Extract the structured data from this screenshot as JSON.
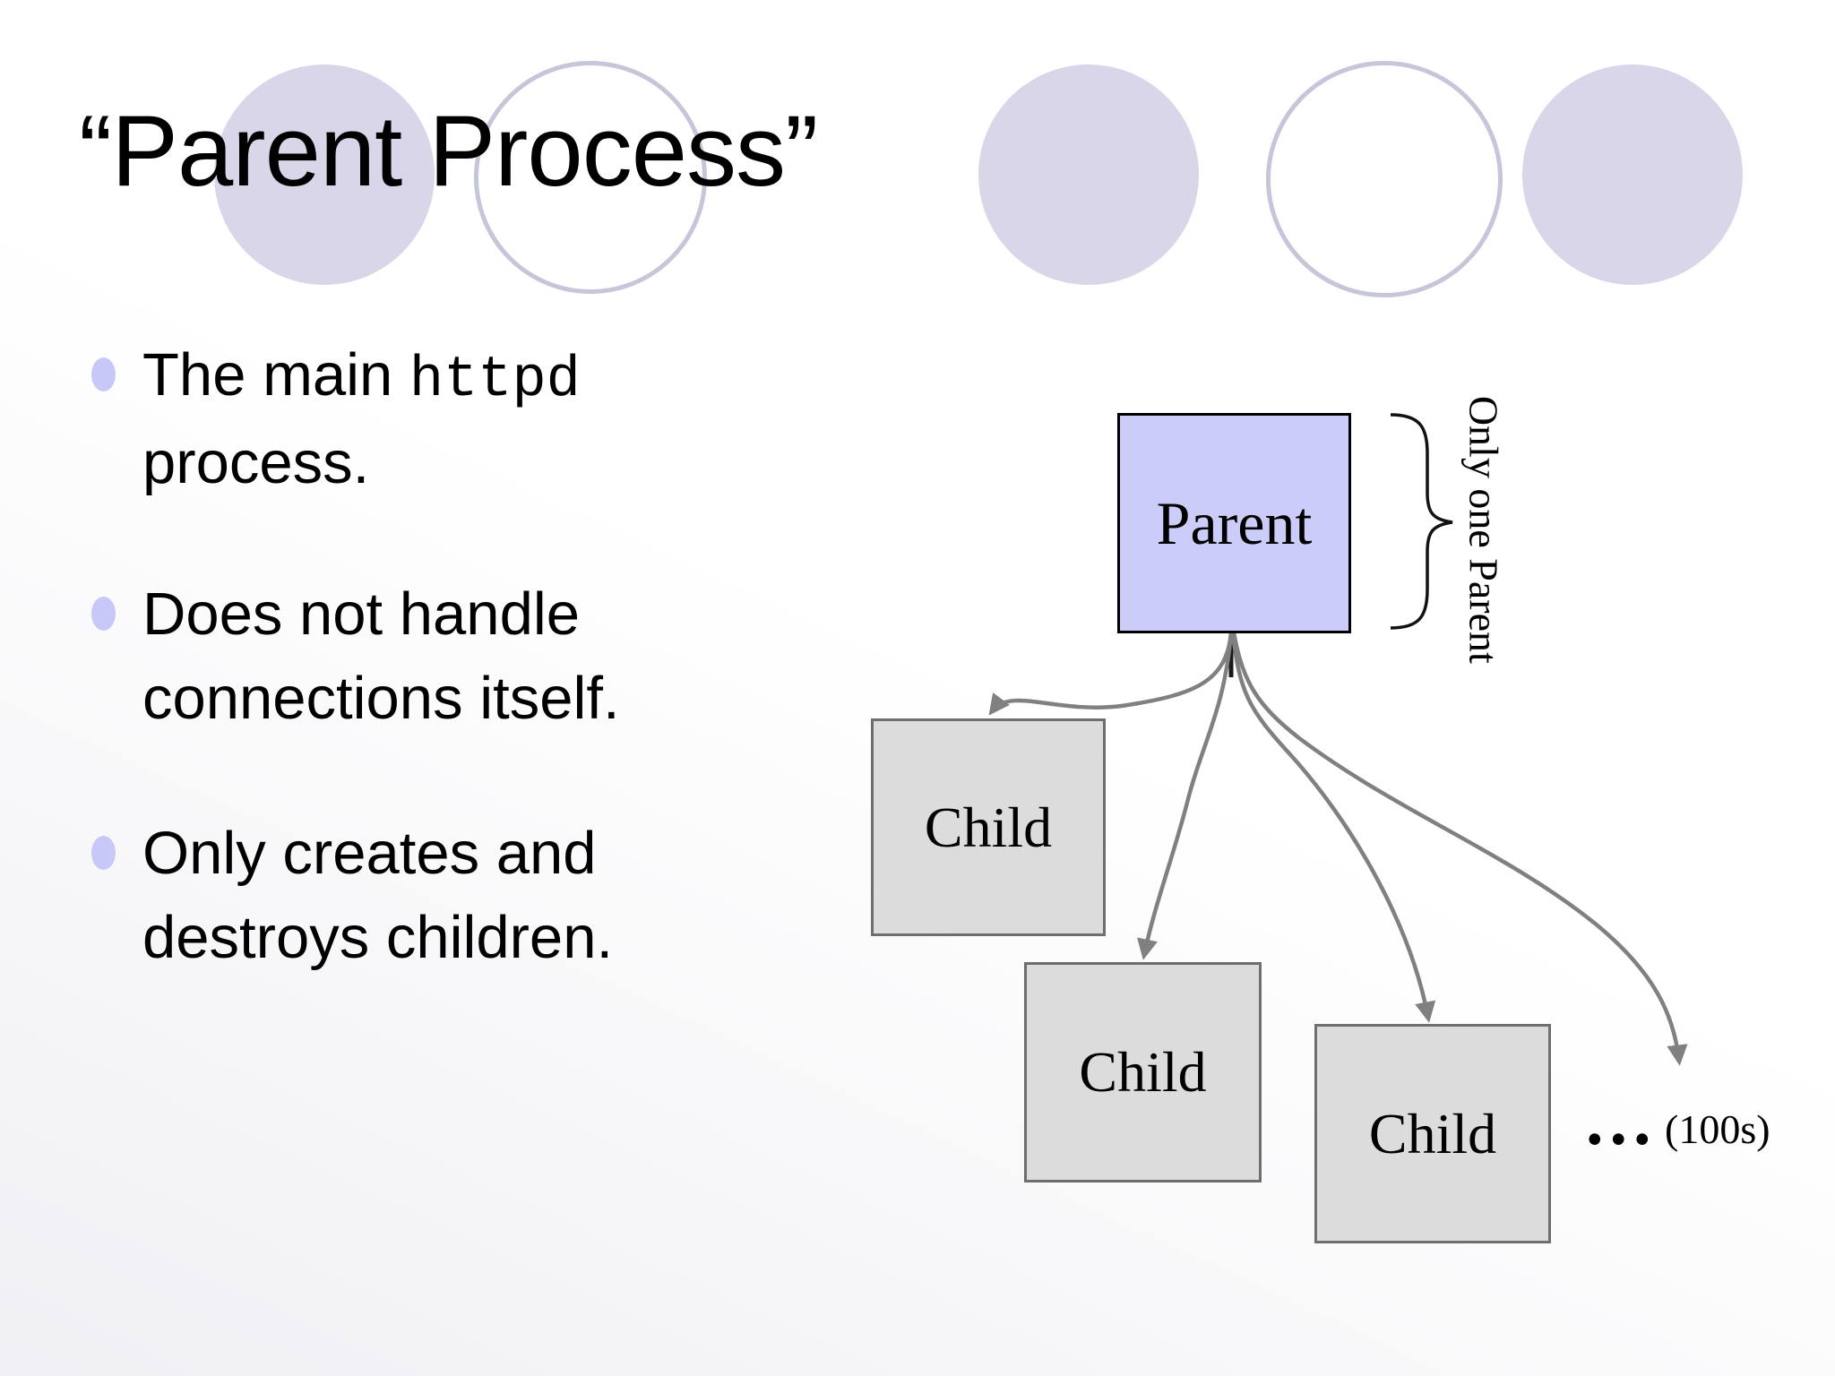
{
  "slide": {
    "title": "“Parent Process”",
    "bullets": [
      {
        "pre": "The main ",
        "code": "httpd",
        "post": "\nprocess."
      },
      {
        "pre": "Does not handle\nconnections itself.",
        "code": "",
        "post": ""
      },
      {
        "pre": "Only creates and\ndestroys children.",
        "code": "",
        "post": ""
      }
    ],
    "diagram": {
      "parent_label": "Parent",
      "children": [
        "Child",
        "Child",
        "Child"
      ],
      "brace_label": "Only one Parent",
      "ellipsis": "...",
      "hundreds_label": "(100s)"
    }
  },
  "colors": {
    "parent_fill": "#ccccf8",
    "child_fill": "#dcdcdc",
    "child_border": "#6e6e6e",
    "circle_fill": "#d8d6e8",
    "circle_ring": "#c6c6da",
    "bullet_dot": "#c8c8f8",
    "arrow": "#808080",
    "text": "#000000",
    "background": "#ffffff",
    "background_tint": "#f0f0f4"
  }
}
